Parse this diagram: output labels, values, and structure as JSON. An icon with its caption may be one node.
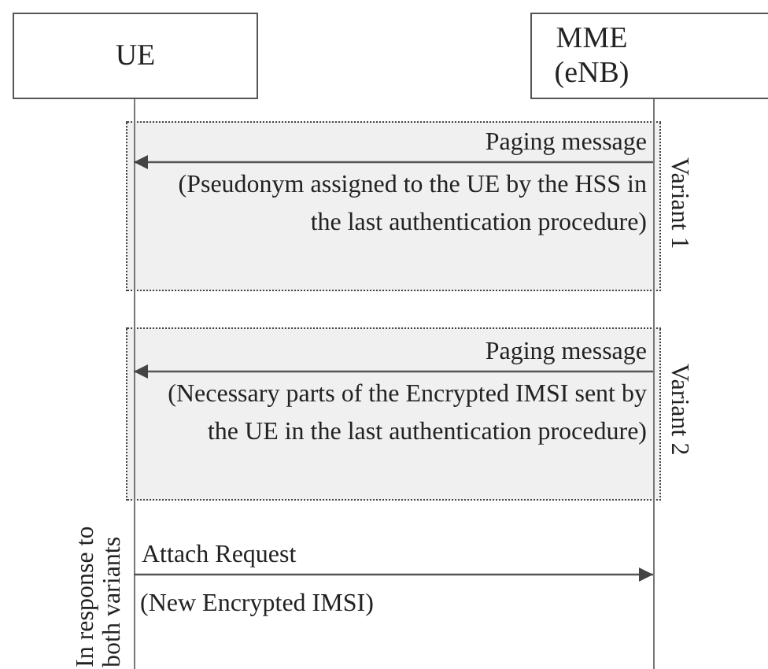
{
  "diagram": {
    "nodes": [
      {
        "text": [
          "UE"
        ]
      },
      {
        "text": [
          "MME (eNB)"
        ]
      }
    ],
    "edges": [
      {
        "from": 1,
        "to": 0,
        "arrow": "to",
        "label": "Paging message"
      },
      {
        "from": 1,
        "to": 0,
        "arrow": "to",
        "label": "Paging message"
      },
      {
        "from": 0,
        "to": 1,
        "arrow": "to",
        "label": "Attach Request"
      }
    ],
    "labels": [
      "(Pseudonym assigned to the UE by the HSS in the last authentication procedure)",
      "Variant 1",
      "(Necessary parts of the Encrypted IMSI sent by the UE in the last authentication procedure)",
      "Variant 2",
      "In response to both variants",
      "(New Encrypted IMSI)"
    ]
  }
}
